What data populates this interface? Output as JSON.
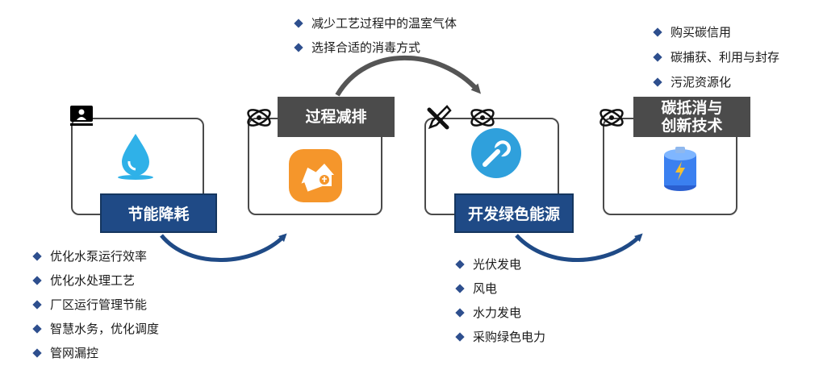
{
  "stages": [
    {
      "label": "节能降耗",
      "icon": "water-drop-icon",
      "badge_icon": "presenter-icon",
      "measures": [
        "优化水泵运行效率",
        "优化水处理工艺",
        "厂区运行管理节能",
        "智慧水务，优化调度",
        "管网漏控"
      ]
    },
    {
      "label": "过程减排",
      "icon": "house-icon",
      "badge_icon": "atom-icon",
      "measures": [
        "减少工艺过程中的温室气体",
        "选择合适的消毒方式"
      ]
    },
    {
      "label": "开发绿色能源",
      "icon": "wrench-icon",
      "badge_icon": "atom-icon",
      "measures": [
        "光伏发电",
        "风电",
        "水力发电",
        "采购绿色电力"
      ]
    },
    {
      "label": "碳抵消与创新技术",
      "label_line1": "碳抵消与",
      "label_line2": "创新技术",
      "icon": "battery-icon",
      "badge_icon": "atom-icon",
      "measures": [
        "购买碳信用",
        "碳捕获、利用与封存",
        "污泥资源化"
      ]
    }
  ],
  "colors": {
    "navy": "#1f4a86",
    "gray_label": "#4b4b4b",
    "orange": "#f5962b",
    "cyan": "#2fb1e8"
  }
}
